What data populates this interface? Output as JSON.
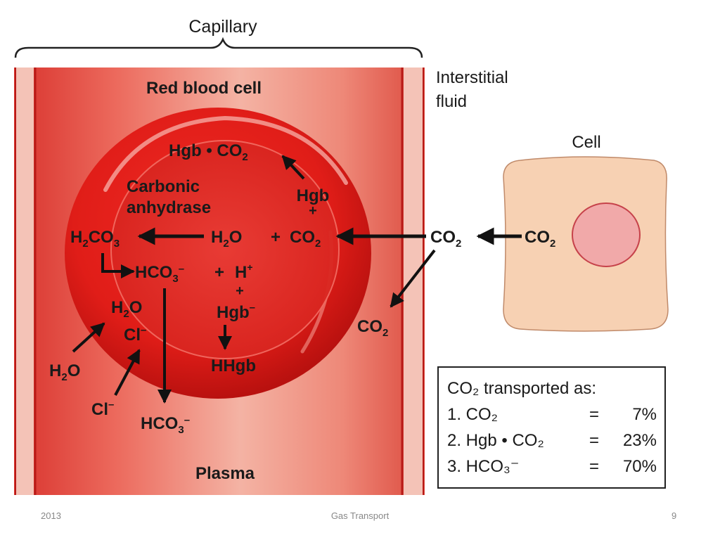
{
  "labels": {
    "capillary": "Capillary",
    "interstitial": [
      "Interstitial",
      "fluid"
    ],
    "red_blood_cell": "Red blood cell",
    "plasma": "Plasma",
    "cell": "Cell",
    "carbonic": "Carbonic",
    "anhydrase": "anhydrase"
  },
  "chem": {
    "hgb_co2": "Hgb • CO",
    "hgb": "Hgb",
    "plus": "+",
    "h2co3": "H",
    "h2o": "H",
    "hco3": "HCO",
    "h_plus": "H",
    "hgb_minus": "Hgb",
    "hhgb": "HHgb",
    "cl": "Cl",
    "co2": "CO"
  },
  "legend": {
    "title": "CO₂ transported as:",
    "rows": [
      {
        "name": "1. CO₂",
        "value": "7%"
      },
      {
        "name": "2. Hgb • CO₂",
        "value": "23%"
      },
      {
        "name": "3. HCO₃⁻",
        "value": "70%"
      }
    ],
    "eq": "="
  },
  "footer": {
    "left": "2013",
    "center": "Gas Transport",
    "right": "9"
  },
  "colors": {
    "vessel": "#d9342e",
    "rbc": "#e0201c",
    "cell_fill": "#f7d1b3",
    "nucleus": "#f1a9a9"
  }
}
